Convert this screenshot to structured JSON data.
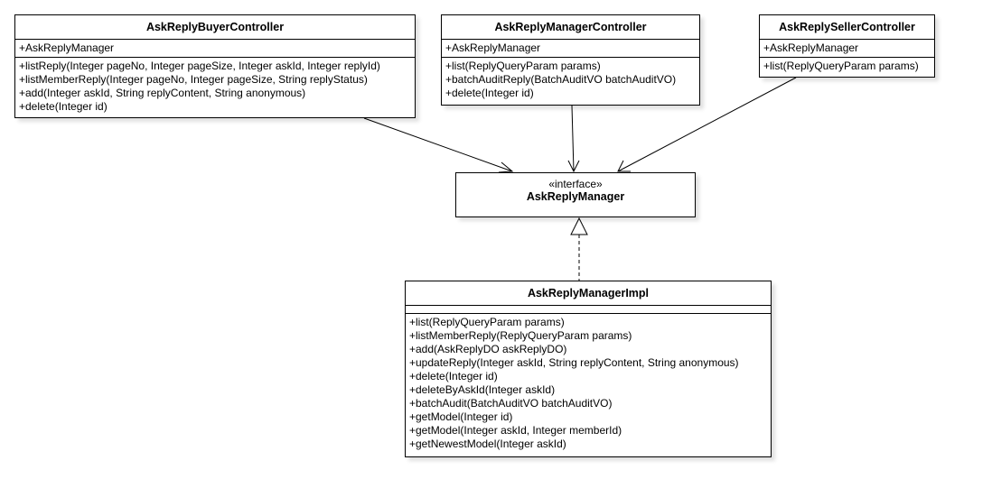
{
  "classes": {
    "buyer": {
      "name": "AskReplyBuyerController",
      "attributes": [
        "+AskReplyManager"
      ],
      "operations": [
        "+listReply(Integer pageNo, Integer pageSize, Integer askId, Integer replyId)",
        "+listMemberReply(Integer pageNo, Integer pageSize, String replyStatus)",
        "+add(Integer askId, String replyContent, String anonymous)",
        "+delete(Integer id)"
      ]
    },
    "manager": {
      "name": "AskReplyManagerController",
      "attributes": [
        "+AskReplyManager"
      ],
      "operations": [
        "+list(ReplyQueryParam params)",
        "+batchAuditReply(BatchAuditVO batchAuditVO)",
        "+delete(Integer id)"
      ]
    },
    "seller": {
      "name": "AskReplySellerController",
      "attributes": [
        "+AskReplyManager"
      ],
      "operations": [
        "+list(ReplyQueryParam params)"
      ]
    },
    "interface": {
      "stereotype": "«interface»",
      "name": "AskReplyManager"
    },
    "impl": {
      "name": "AskReplyManagerImpl",
      "attributes": [],
      "operations": [
        "+list(ReplyQueryParam params)",
        "+listMemberReply(ReplyQueryParam params)",
        "+add(AskReplyDO askReplyDO)",
        "+updateReply(Integer askId, String replyContent, String anonymous)",
        "+delete(Integer id)",
        "+deleteByAskId(Integer askId)",
        "+batchAudit(BatchAuditVO batchAuditVO)",
        "+getModel(Integer id)",
        "+getModel(Integer askId, Integer memberId)",
        "+getNewestModel(Integer askId)"
      ]
    }
  }
}
